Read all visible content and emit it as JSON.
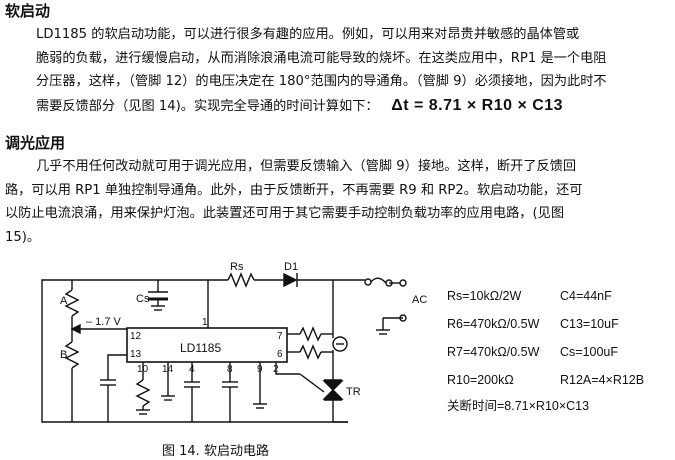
{
  "section1": {
    "heading": "软启动",
    "lines": [
      "LD1185 的软启动功能，可以进行很多有趣的应用。例如，可以用来对昂贵并敏感的晶体管或",
      "脆弱的负载，进行缓慢启动，从而消除浪涌电流可能导致的烧坏。在这类应用中，RP1 是一个电阻",
      "分压器，这样，（管脚 12）的电压决定在 180°范围内的导通角。（管脚 9）必须接地，因为此时不",
      "需要反馈部分（见图 14)。实现完全导通的时间计算如下："
    ],
    "formula": "Δt = 8.71 × R10 × C13"
  },
  "section2": {
    "heading": "调光应用",
    "lines": [
      "几乎不用任何改动就可用于调光应用，但需要反馈输入（管脚 9）接地。这样，断开了反馈回",
      "路，可以用 RP1 单独控制导通角。此外，由于反馈断开，不再需要 R9 和 RP2。软启动功能，还可",
      "以防止电流浪涌，用来保护灯泡。此装置还可用于其它需要手动控制负载功率的应用电路，(见图",
      "15)。"
    ]
  },
  "circuit": {
    "ic_label": "LD1185",
    "voltage_label": "– 1.7 V",
    "label_a": "A",
    "label_b": "B",
    "label_cs": "Cs",
    "label_rs": "Rs",
    "label_d1": "D1",
    "label_ac": "AC",
    "label_tr": "TR",
    "pins": {
      "p12": "12",
      "p1": "1",
      "p7": "7",
      "p13": "13",
      "p6": "6",
      "p10": "10",
      "p14": "14",
      "p4": "4",
      "p8": "8",
      "p9": "9",
      "p2": "2"
    }
  },
  "specs": {
    "rows": [
      [
        "Rs=10kΩ/2W",
        "C4=44nF"
      ],
      [
        "R6=470kΩ/0.5W",
        "C13=10uF"
      ],
      [
        "R7=470kΩ/0.5W",
        "Cs=100uF"
      ],
      [
        "R10=200kΩ",
        "R12A=4×R12B"
      ]
    ],
    "shutoff": "关断时间=8.71×R10×C13"
  },
  "caption": "图 14. 软启动电路"
}
